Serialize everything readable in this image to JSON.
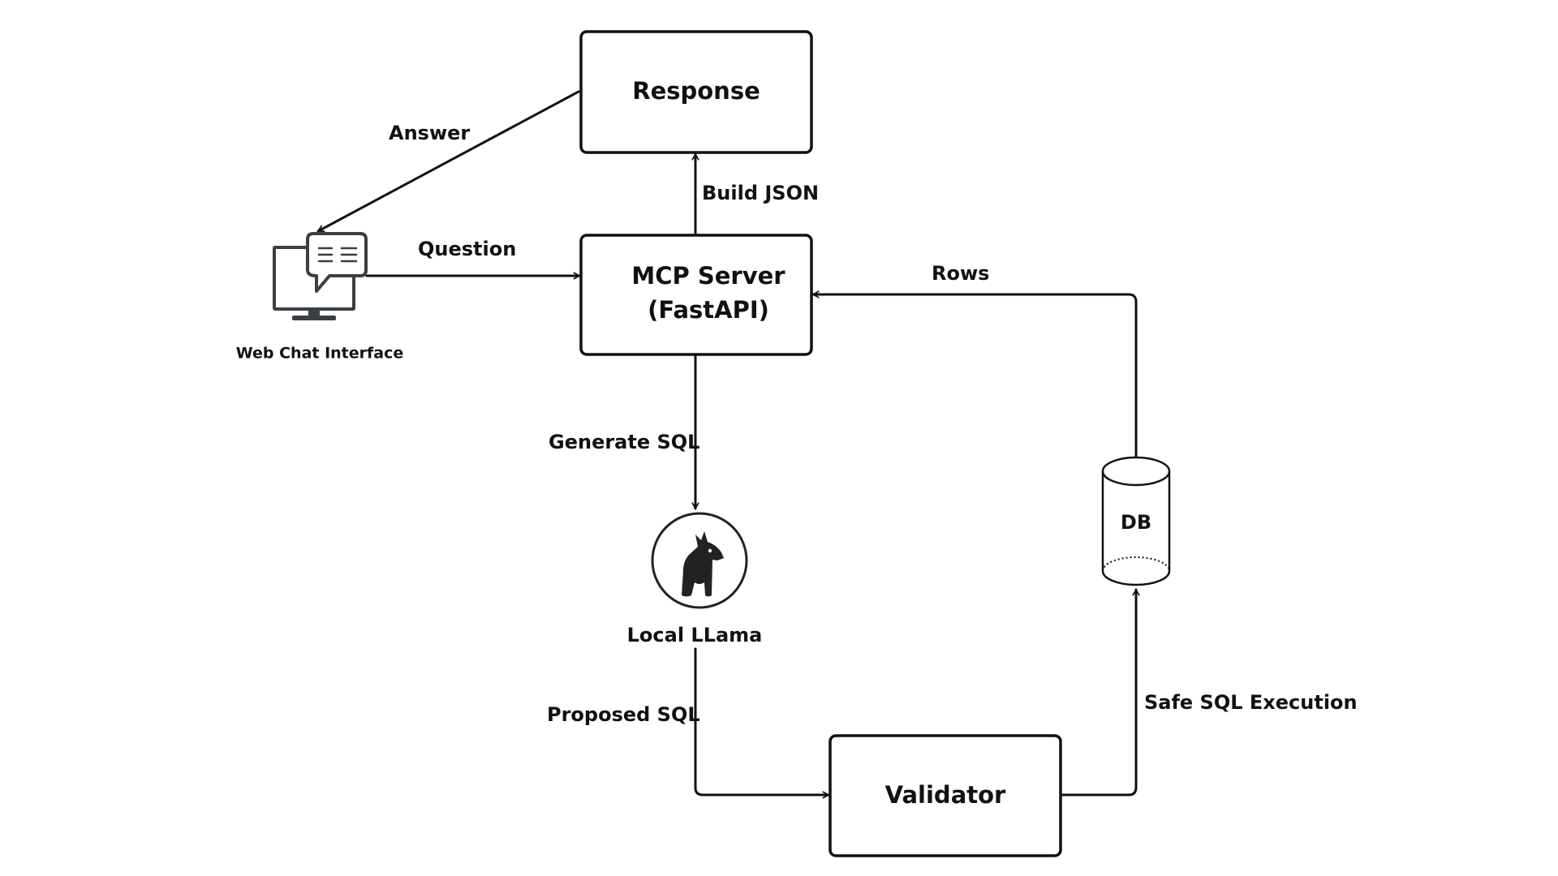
{
  "nodes": {
    "response": {
      "label": "Response"
    },
    "mcp_server": {
      "line1": "MCP Server",
      "line2": "(FastAPI)"
    },
    "web_chat": {
      "label": "Web Chat Interface",
      "icon": "chat-monitor-icon"
    },
    "llama": {
      "label": "Local LLama",
      "icon": "llama-logo-icon"
    },
    "validator": {
      "label": "Validator"
    },
    "db": {
      "label": "DB",
      "icon": "database-cylinder-icon"
    }
  },
  "edges": {
    "answer": "Answer",
    "question": "Question",
    "build_json": "Build JSON",
    "rows": "Rows",
    "generate_sql": "Generate SQL",
    "proposed_sql": "Proposed SQL",
    "safe_sql_execution": "Safe SQL Execution"
  },
  "colors": {
    "stroke": "#111111",
    "icon": "#3a3f44",
    "background": "#ffffff"
  }
}
